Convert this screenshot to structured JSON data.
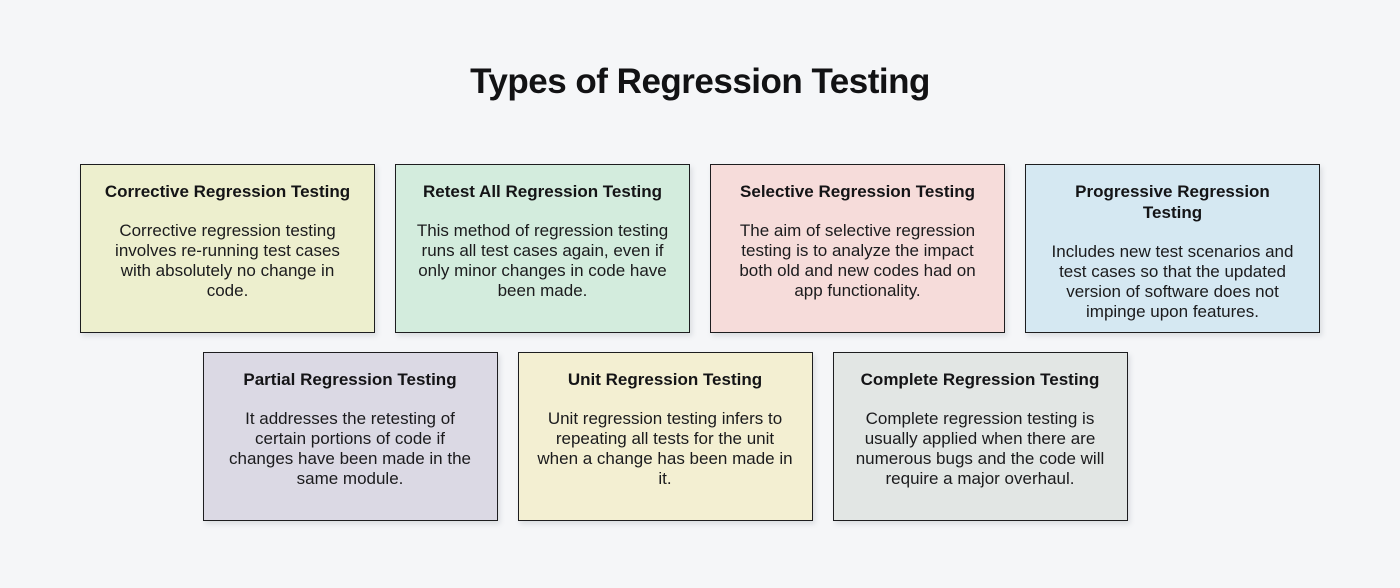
{
  "page": {
    "title": "Types of Regression Testing",
    "background_color": "#f5f6f8",
    "card_border_color": "#1d1d1f",
    "text_color": "#1b1b1d"
  },
  "cards": [
    {
      "title": "Corrective Regression Testing",
      "body": "Corrective regression testing involves re-running test cases with absolutely no change in code.",
      "bg": "#edefce",
      "row": 1
    },
    {
      "title": "Retest All Regression Testing",
      "body": "This method of regression testing runs all test cases again, even if only minor changes in code have been made.",
      "bg": "#d3ecdd",
      "row": 1
    },
    {
      "title": "Selective Regression Testing",
      "body": "The aim of selective regression testing is to analyze the impact both old and new codes had on app functionality.",
      "bg": "#f6dcda",
      "row": 1
    },
    {
      "title": "Progressive Regression Testing",
      "body": "Includes new test scenarios and test cases so that the updated version of software does not impinge upon features.",
      "bg": "#d5e8f2",
      "row": 1
    },
    {
      "title": "Partial Regression Testing",
      "body": "It addresses the retesting of certain portions of code if changes have been made in the same module.",
      "bg": "#dbd9e4",
      "row": 2
    },
    {
      "title": "Unit Regression Testing",
      "body": "Unit regression testing infers to repeating all tests for the unit when a change has been made in it.",
      "bg": "#f3efd2",
      "row": 2
    },
    {
      "title": "Complete Regression Testing",
      "body": "Complete regression testing is usually applied when there are numerous bugs and the code will require a major overhaul.",
      "bg": "#e2e6e4",
      "row": 2
    }
  ]
}
